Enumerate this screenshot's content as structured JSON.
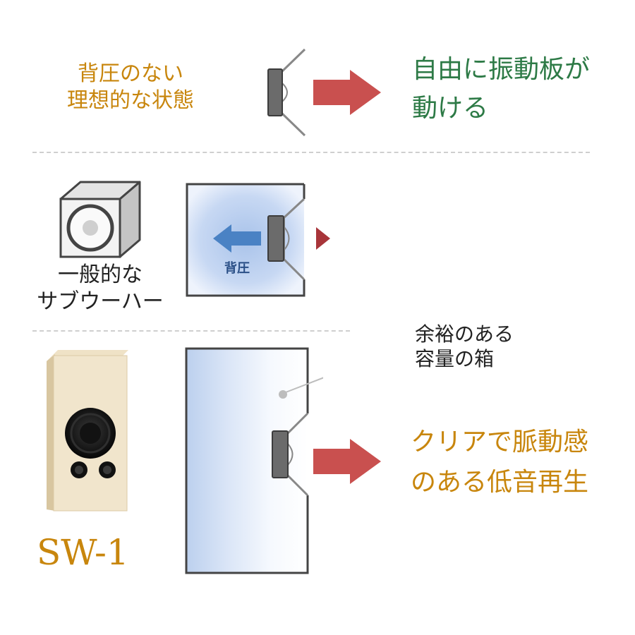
{
  "colors": {
    "accent_orange": "#c8860d",
    "accent_green": "#2d7a46",
    "arrow_red": "#c9504f",
    "arrow_blue": "#4a82c4",
    "speaker_gray": "#666666",
    "box_outline": "#444444"
  },
  "ideal": {
    "label_lines": [
      "背圧のない",
      "理想的な状態"
    ],
    "result_lines": [
      "自由に振動板が",
      "動ける"
    ]
  },
  "typical": {
    "label_lines": [
      "一般的な",
      "サブウーハー"
    ],
    "pressure_label": "背圧"
  },
  "sw1": {
    "product_name": "SW-1",
    "callout_lines": [
      "余裕のある",
      "容量の箱"
    ],
    "result_lines": [
      "クリアで脈動感",
      "のある低音再生"
    ]
  },
  "icons": [
    "speaker-cone-icon",
    "subwoofer-cube-icon",
    "sw1-speaker-photo"
  ]
}
